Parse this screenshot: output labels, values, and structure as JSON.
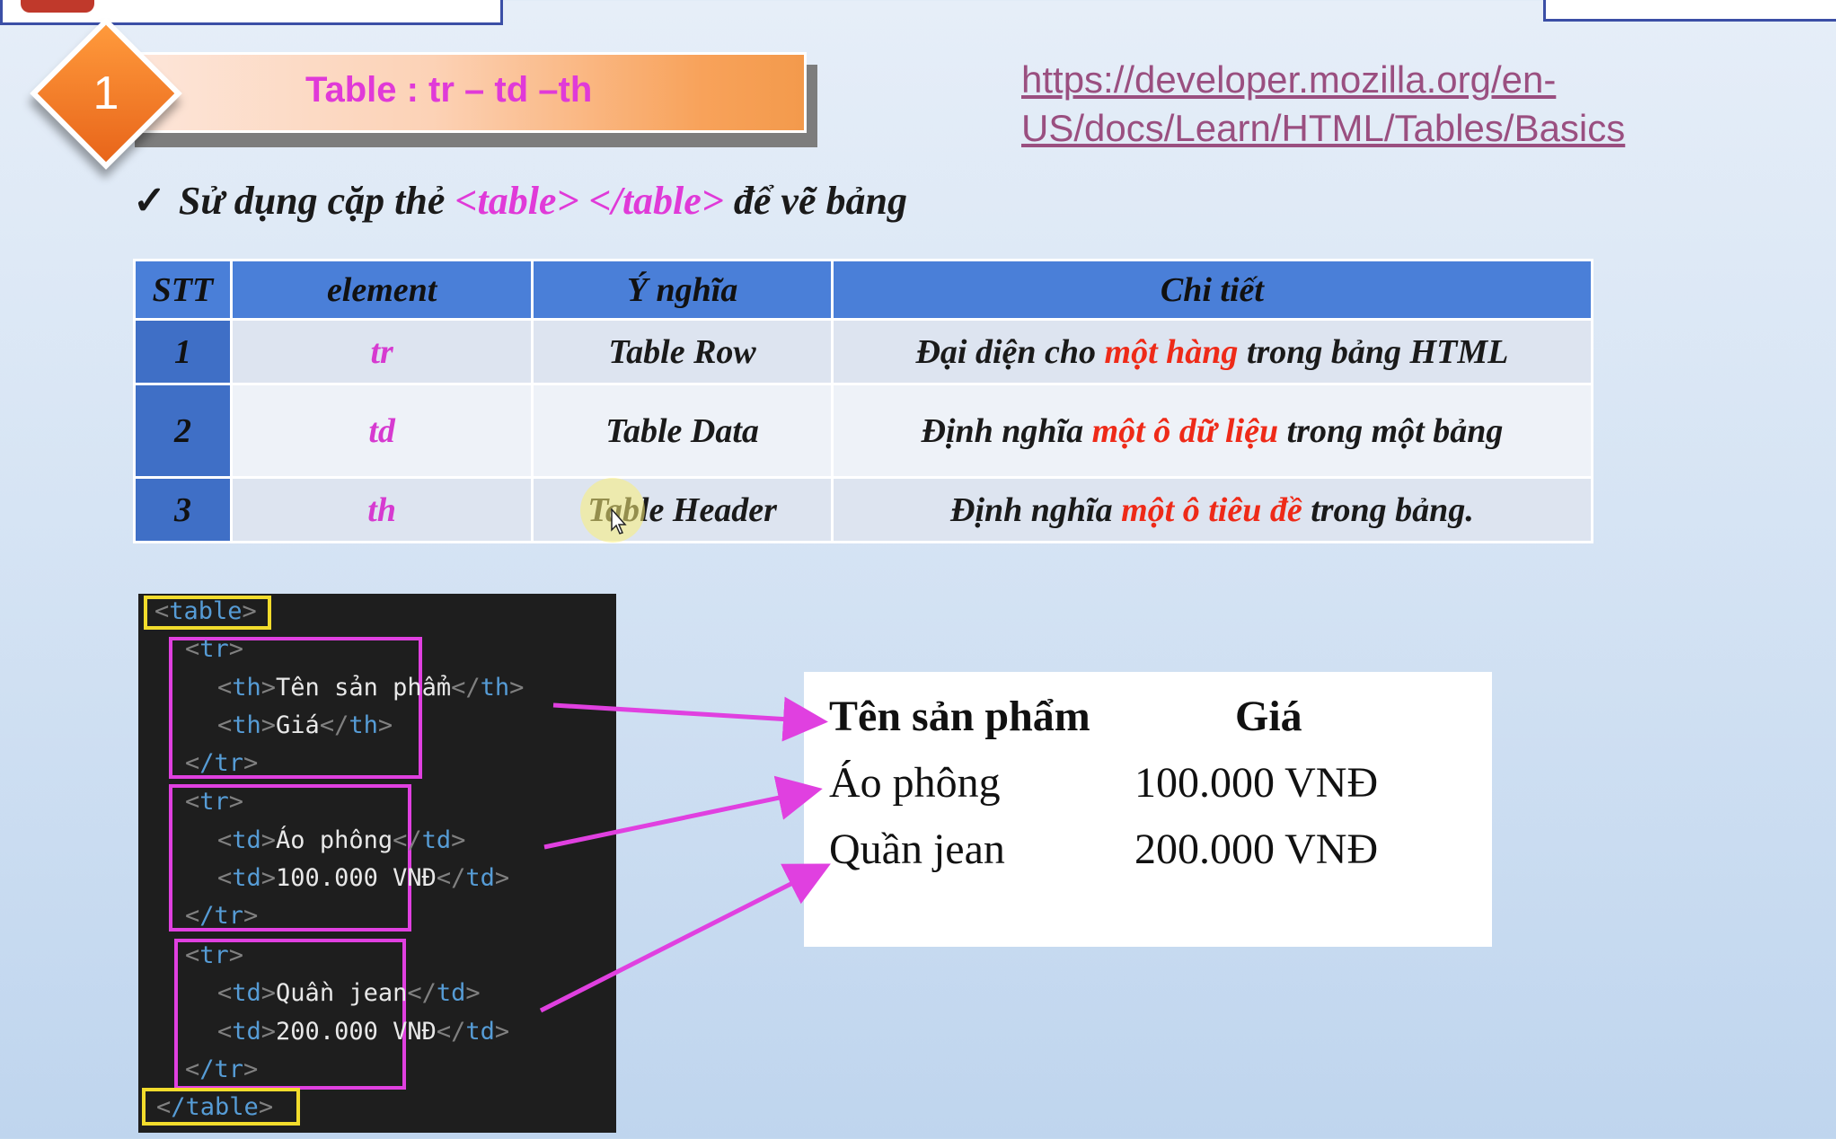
{
  "section": {
    "number": "1",
    "title": "Table : tr – td –th"
  },
  "reference_link": "https://developer.mozilla.org/en-US/docs/Learn/HTML/Tables/Basics",
  "bullet": {
    "check": "✓",
    "text_before": "Sử dụng cặp thẻ",
    "tag_text": "<table> </table>",
    "text_after": "để vẽ bảng"
  },
  "table": {
    "headers": [
      "STT",
      "element",
      "Ý nghĩa",
      "Chi tiết"
    ],
    "rows": [
      {
        "stt": "1",
        "element": "tr",
        "meaning": "Table Row",
        "detail_before": "Đại diện cho",
        "detail_highlight": "một hàng",
        "detail_after": "trong bảng HTML"
      },
      {
        "stt": "2",
        "element": "td",
        "meaning": "Table Data",
        "detail_before": "Định nghĩa",
        "detail_highlight": "một ô dữ liệu",
        "detail_after": "trong một bảng"
      },
      {
        "stt": "3",
        "element": "th",
        "meaning": "Table Header",
        "detail_before": "Định nghĩa",
        "detail_highlight": "một ô tiêu đề",
        "detail_after": "trong bảng."
      }
    ]
  },
  "code": {
    "table_open": "table",
    "table_close": "/table",
    "tr_open": "tr",
    "tr_close": "/tr",
    "row1": [
      {
        "tag": "th",
        "text": "Tên sản phẩm"
      },
      {
        "tag": "th",
        "text": "Giá"
      }
    ],
    "row2": [
      {
        "tag": "td",
        "text": "Áo phông"
      },
      {
        "tag": "td",
        "text": "100.000 VNĐ"
      }
    ],
    "row3": [
      {
        "tag": "td",
        "text": "Quần jean"
      },
      {
        "tag": "td",
        "text": "200.000 VNĐ"
      }
    ]
  },
  "preview": {
    "header": [
      "Tên sản phẩm",
      "Giá"
    ],
    "rows": [
      [
        "Áo phông",
        "100.000 VNĐ"
      ],
      [
        "Quần jean",
        "200.000 VNĐ"
      ]
    ]
  },
  "colors": {
    "accent_pink": "#e03ad8",
    "highlight_red": "#ee2a18",
    "table_header_blue": "#4a7fd8",
    "arrow_magenta": "#e040e0",
    "box_yellow": "#f2dc2c"
  }
}
